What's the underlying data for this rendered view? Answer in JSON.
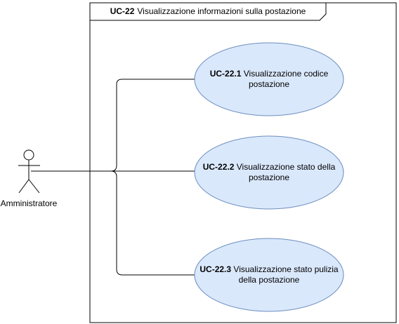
{
  "system": {
    "id": "UC-22",
    "title": "Visualizzazione informazioni sulla postazione"
  },
  "actor": {
    "name": "Amministratore"
  },
  "use_cases": [
    {
      "id": "UC-22.1",
      "line1": "Visualizzazione codice",
      "line2": "postazione"
    },
    {
      "id": "UC-22.2",
      "line1": "Visualizzazione stato della",
      "line2": "postazione"
    },
    {
      "id": "UC-22.3",
      "line1": "Visualizzazione stato pulizia",
      "line2": "della postazione"
    }
  ],
  "colors": {
    "ellipse_fill": "#dae8fc",
    "ellipse_stroke": "#6c8ebf",
    "line": "#000000"
  }
}
